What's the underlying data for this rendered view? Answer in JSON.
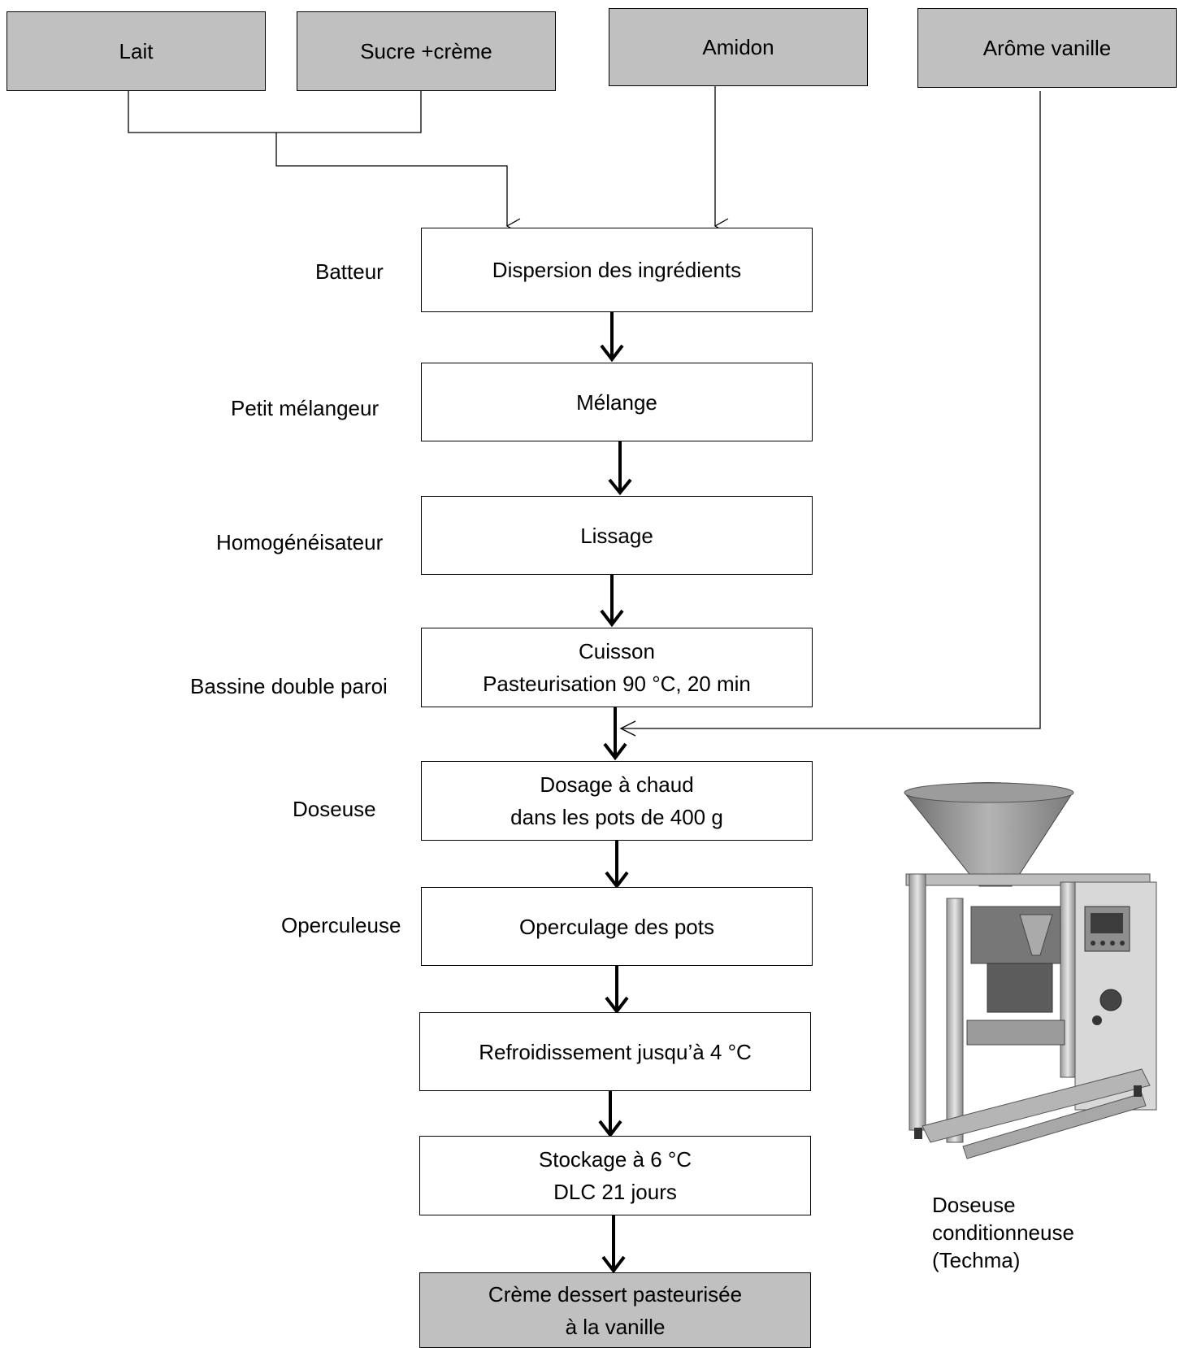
{
  "inputs": {
    "lait": "Lait",
    "sucre_creme": "Sucre +crème",
    "amidon": "Amidon",
    "arome": "Arôme vanille"
  },
  "steps": [
    {
      "equipment": "Batteur",
      "lines": [
        "Dispersion des ingrédients"
      ]
    },
    {
      "equipment": "Petit mélangeur",
      "lines": [
        "Mélange"
      ]
    },
    {
      "equipment": "Homogénéisateur",
      "lines": [
        "Lissage"
      ]
    },
    {
      "equipment": "Bassine double paroi",
      "lines": [
        "Cuisson",
        "Pasteurisation 90 °C, 20 min"
      ]
    },
    {
      "equipment": "Doseuse",
      "lines": [
        "Dosage à chaud",
        "dans les pots de 400 g"
      ]
    },
    {
      "equipment": "Operculeuse",
      "lines": [
        "Operculage des pots"
      ]
    },
    {
      "equipment": "",
      "lines": [
        "Refroidissement jusqu’à 4 °C"
      ]
    },
    {
      "equipment": "",
      "lines": [
        "Stockage à 6 °C",
        "DLC 21 jours"
      ]
    }
  ],
  "final_product": [
    "Crème dessert pasteurisée",
    "à la vanille"
  ],
  "machine_caption": [
    "Doseuse",
    "conditionneuse",
    "(Techma)"
  ],
  "colors": {
    "input_fill": "#c0c0c0",
    "line": "#000000",
    "box_fill": "#ffffff"
  }
}
